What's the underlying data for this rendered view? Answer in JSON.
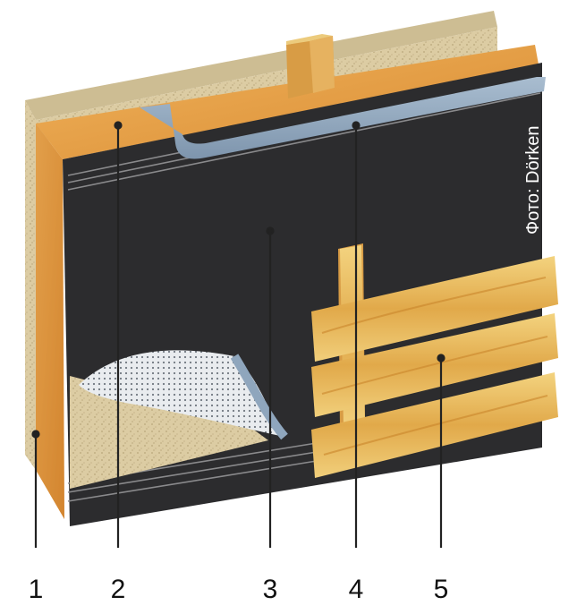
{
  "credit": "Фото: Dörken",
  "callouts": [
    {
      "number": "1"
    },
    {
      "number": "2"
    },
    {
      "number": "3"
    },
    {
      "number": "4"
    },
    {
      "number": "5"
    }
  ],
  "colors": {
    "board": "#d8c9a0",
    "insulation": "#e5a24a",
    "membrane": "#2c2c2e",
    "tape": "#8fa6bd",
    "timber": "#e3b55a",
    "leader": "#222222"
  }
}
